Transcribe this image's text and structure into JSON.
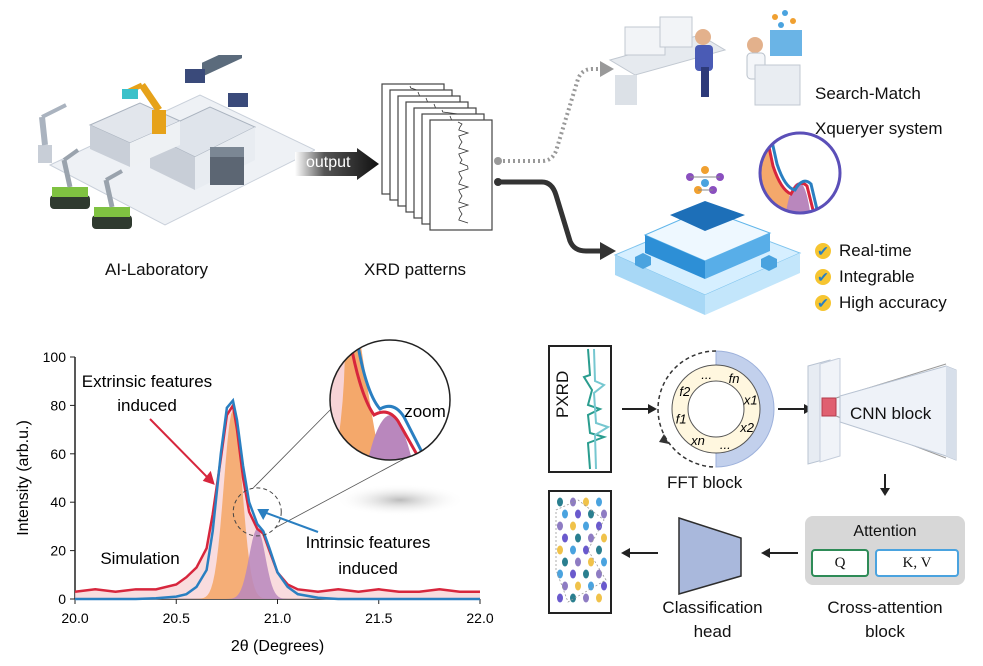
{
  "top": {
    "lab_label": "AI-Laboratory",
    "output_label": "output",
    "xrd_label": "XRD patterns",
    "search_match_label": "Search-Match",
    "xqueryer_label": "Xqueryer system",
    "features": [
      "Real-time",
      "Integrable",
      "High accuracy"
    ]
  },
  "chart_data": {
    "type": "line",
    "xlabel": "2θ (Degrees)",
    "ylabel": "Intensity (arb.u.)",
    "xlim": [
      20.0,
      22.0
    ],
    "ylim": [
      0,
      100
    ],
    "xticks": [
      "20.0",
      "20.5",
      "21.0",
      "21.5",
      "22.0"
    ],
    "yticks": [
      "0",
      "20",
      "40",
      "60",
      "80",
      "100"
    ],
    "series": [
      {
        "color": "#d7263d",
        "x": [
          20.0,
          20.1,
          20.2,
          20.3,
          20.4,
          20.5,
          20.55,
          20.6,
          20.65,
          20.68,
          20.72,
          20.75,
          20.78,
          20.8,
          20.83,
          20.86,
          20.9,
          20.93,
          20.96,
          21.0,
          21.05,
          21.1,
          21.2,
          21.3,
          21.4,
          21.5,
          21.6,
          21.7,
          21.8,
          21.9,
          22.0
        ],
        "values": [
          3,
          4,
          3,
          4,
          4,
          6,
          9,
          13,
          21,
          35,
          58,
          76,
          80,
          70,
          50,
          36,
          29,
          27,
          20,
          11,
          6,
          4,
          3,
          4,
          3,
          4,
          3,
          3,
          4,
          3,
          3
        ]
      },
      {
        "color": "#2a7fc1",
        "x": [
          20.0,
          20.1,
          20.2,
          20.3,
          20.4,
          20.5,
          20.55,
          20.6,
          20.65,
          20.68,
          20.72,
          20.75,
          20.78,
          20.8,
          20.83,
          20.86,
          20.9,
          20.93,
          20.96,
          21.0,
          21.05,
          21.1,
          21.2,
          21.3,
          21.4,
          21.5,
          21.6,
          21.7,
          21.8,
          21.9,
          22.0
        ],
        "values": [
          0,
          0,
          0,
          0,
          0.3,
          1,
          2,
          5,
          12,
          28,
          60,
          79,
          82,
          74,
          55,
          40,
          31,
          28,
          21,
          11,
          5,
          2,
          0.5,
          0,
          0,
          0,
          0,
          0,
          0,
          0,
          0
        ]
      }
    ],
    "annotations": {
      "extrinsic": "Extrinsic features induced",
      "intrinsic": "Intrinsic features induced",
      "simulation": "Simulation",
      "zoom": "zoom"
    }
  },
  "pipeline": {
    "pxrd_label": "PXRD",
    "fft_label": "FFT block",
    "fft_symbols": [
      "f_n",
      "x_1",
      "x_2",
      "...",
      "x_n",
      "f_1",
      "f_2",
      "..."
    ],
    "cnn_label": "CNN block",
    "attention_title": "Attention",
    "q_label": "Q",
    "kv_label": "K, V",
    "cross_attention_label": "Cross-attention block",
    "cross_attention_lines": [
      "Cross-attention",
      "block"
    ],
    "classification_lines": [
      "Classification",
      "head"
    ]
  },
  "colors": {
    "red": "#d7263d",
    "blue": "#2a7fc1",
    "orange_fill": "#f4a86b",
    "purple_fill": "#b987bd",
    "pink_fill": "#f7d3d6",
    "q_border": "#2e8b57",
    "kv_border": "#4aa3df"
  }
}
